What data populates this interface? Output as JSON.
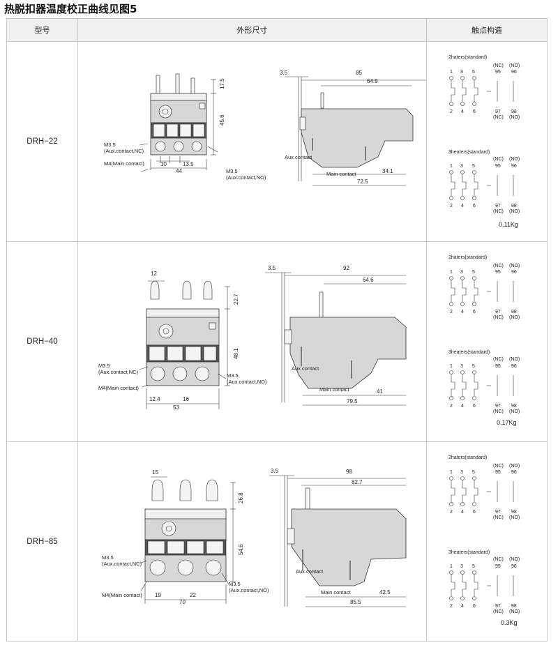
{
  "page": {
    "title": "热脱扣器温度校正曲线见图5"
  },
  "table": {
    "headers": {
      "model": "型号",
      "dims": "外形尺寸",
      "contacts": "触点构造"
    },
    "rows": [
      {
        "model": "DRH−22",
        "front": {
          "top_h": "17.5",
          "height": "45.6",
          "pitch_a": "10",
          "pitch_b": "13.5",
          "width": "44",
          "aux_nc": "M3.5",
          "aux_nc2": "(Aux.contact,NC)",
          "aux_no": "M3.5",
          "aux_no2": "(Aux.contact,NO)",
          "main": "M4(Main contact)"
        },
        "side": {
          "offset": "3.5",
          "len_total": "85",
          "len_inner": "64.9",
          "bottom_a": "34.1",
          "bottom_b": "72.5",
          "aux": "Aux.contact",
          "main": "Main contact"
        },
        "contacts": {
          "g1_title": "2haters(standard)",
          "g2_title": "3heaters(standard)",
          "top_nums": [
            "1",
            "3",
            "5"
          ],
          "bot_nums": [
            "2",
            "4",
            "6"
          ],
          "nc": "(NC)",
          "no": "(NO)",
          "n95": "95",
          "n96": "96",
          "n97": "97",
          "n98": "98",
          "weight": "0.11Kg"
        }
      },
      {
        "model": "DRH−40",
        "front": {
          "top_w": "12",
          "top_h": "22.7",
          "height": "48.1",
          "pitch_a": "12.4",
          "pitch_b": "16",
          "width": "53",
          "aux_nc": "M3.5",
          "aux_nc2": "(Aux.contact,NC)",
          "aux_no": "M3.5",
          "aux_no2": "(Aux.contact,NO)",
          "main": "M4(Main contact)"
        },
        "side": {
          "offset": "3.5",
          "len_total": "92",
          "len_inner": "64.6",
          "bottom_a": "41",
          "bottom_b": "79.5",
          "aux": "Aux.contact",
          "main": "Main contact"
        },
        "contacts": {
          "g1_title": "2haters(standard)",
          "g2_title": "3heaters(standard)",
          "top_nums": [
            "1",
            "3",
            "5"
          ],
          "bot_nums": [
            "2",
            "4",
            "6"
          ],
          "nc": "(NC)",
          "no": "(NO)",
          "n95": "95",
          "n96": "96",
          "n97": "97",
          "n98": "98",
          "weight": "0.17Kg"
        }
      },
      {
        "model": "DRH−85",
        "front": {
          "top_w": "15",
          "top_h": "26.8",
          "height": "54.6",
          "pitch_a": "19",
          "pitch_b": "22",
          "width": "70",
          "aux_nc": "M3.5",
          "aux_nc2": "(Aux.contact,NC)",
          "aux_no": "M3.5",
          "aux_no2": "(Aux.contact,NO)",
          "main": "M4(Main contact)"
        },
        "side": {
          "offset": "3.5",
          "len_total": "98",
          "len_inner": "82.7",
          "bottom_a": "42.5",
          "bottom_b": "85.5",
          "aux": "Aux.contact",
          "main": "Main contact"
        },
        "contacts": {
          "g1_title": "2haters(standard)",
          "g2_title": "3heaters(standard)",
          "top_nums": [
            "1",
            "3",
            "5"
          ],
          "bot_nums": [
            "2",
            "4",
            "6"
          ],
          "nc": "(NC)",
          "no": "(NO)",
          "n95": "95",
          "n96": "96",
          "n97": "97",
          "n98": "98",
          "weight": "0.3Kg"
        }
      }
    ]
  }
}
